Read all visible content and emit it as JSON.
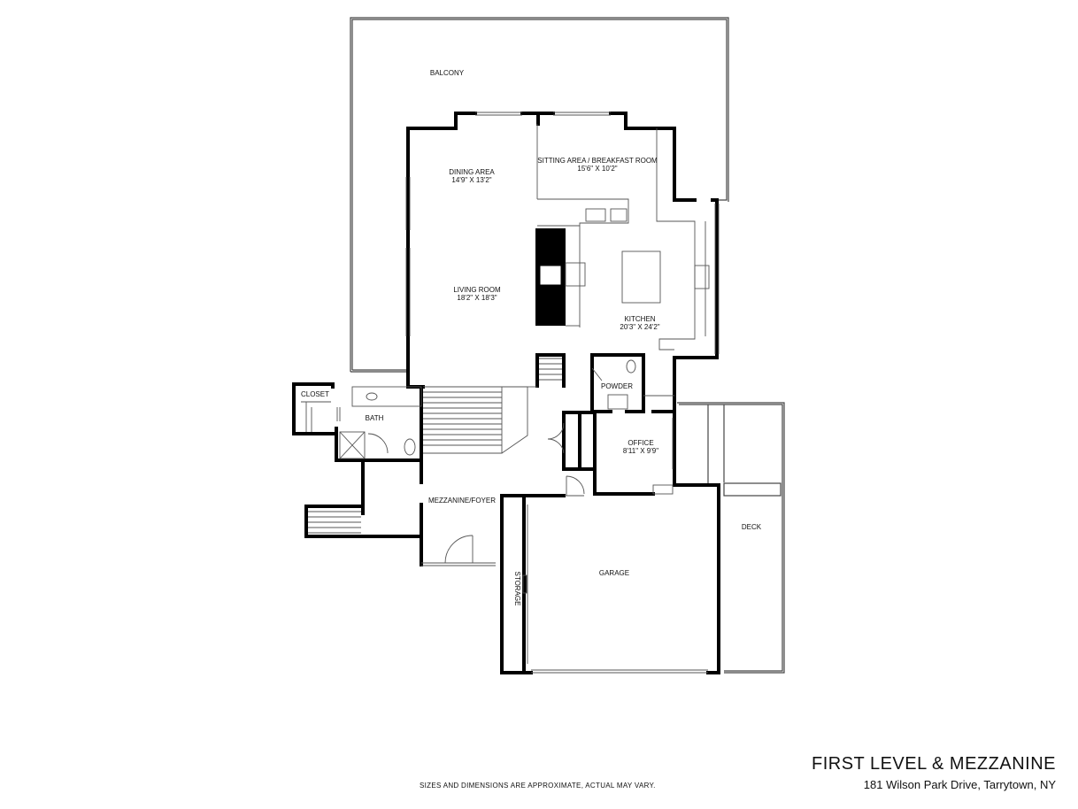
{
  "rooms": {
    "balcony": {
      "name": "BALCONY"
    },
    "dining": {
      "name": "DINING AREA",
      "dims": "14'9\" X 13'2\""
    },
    "sitting": {
      "name": "SITTING AREA / BREAKFAST ROOM",
      "dims": "15'6\" X 10'2\""
    },
    "living": {
      "name": "LIVING ROOM",
      "dims": "18'2\" X 18'3\""
    },
    "kitchen": {
      "name": "KITCHEN",
      "dims": "20'3\" X 24'2\""
    },
    "powder": {
      "name": "POWDER"
    },
    "closet": {
      "name": "CLOSET"
    },
    "bath": {
      "name": "BATH"
    },
    "office": {
      "name": "OFFICE",
      "dims": "8'11\" X 9'9\""
    },
    "mezzanine": {
      "name": "MEZZANINE/FOYER"
    },
    "deck": {
      "name": "DECK"
    },
    "garage": {
      "name": "GARAGE"
    },
    "storage": {
      "name": "STORAGE"
    }
  },
  "footer": {
    "title": "FIRST LEVEL & MEZZANINE",
    "address": "181 Wilson Park Drive, Tarrytown, NY",
    "disclaimer": "SIZES AND DIMENSIONS ARE APPROXIMATE, ACTUAL MAY VARY."
  },
  "colors": {
    "wall": "#000000",
    "thin": "#555555",
    "background": "#ffffff"
  }
}
